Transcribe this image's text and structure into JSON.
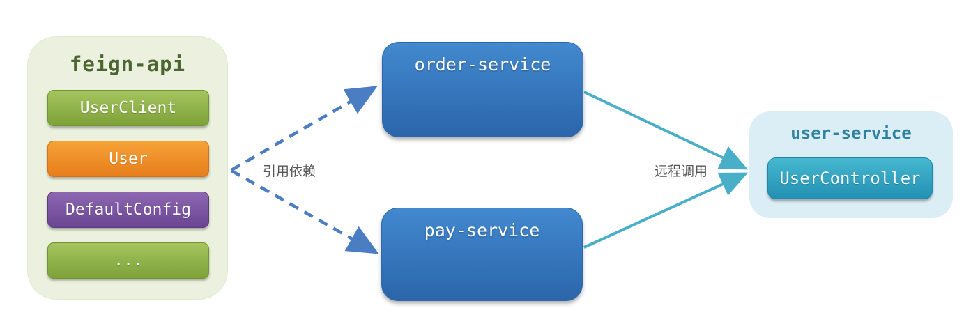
{
  "feign_api": {
    "title": "feign-api",
    "items": [
      {
        "label": "UserClient",
        "color": "#8fb540"
      },
      {
        "label": "User",
        "color": "#ee8d26"
      },
      {
        "label": "DefaultConfig",
        "color": "#7a53a0"
      },
      {
        "label": "...",
        "color": "#8fb540"
      }
    ]
  },
  "services": [
    {
      "label": "order-service"
    },
    {
      "label": "pay-service"
    }
  ],
  "user_service": {
    "title": "user-service",
    "items": [
      {
        "label": "UserController",
        "color": "#35a6c3"
      }
    ]
  },
  "edges": [
    {
      "label": "引用依赖",
      "style": "dashed",
      "color": "#4b7dc3"
    },
    {
      "label": "远程调用",
      "style": "solid",
      "color": "#49aec7"
    }
  ],
  "colors": {
    "canvas_bg": "#ffffff",
    "feign_panel_bg": "#ebf1de",
    "feign_title_text": "#4d6530",
    "service_box_top": "#4289ce",
    "service_box_bottom": "#2b65aa",
    "user_panel_bg": "#dbedf5",
    "user_title_text": "#2e81a0",
    "edge_label_text": "#565656"
  }
}
